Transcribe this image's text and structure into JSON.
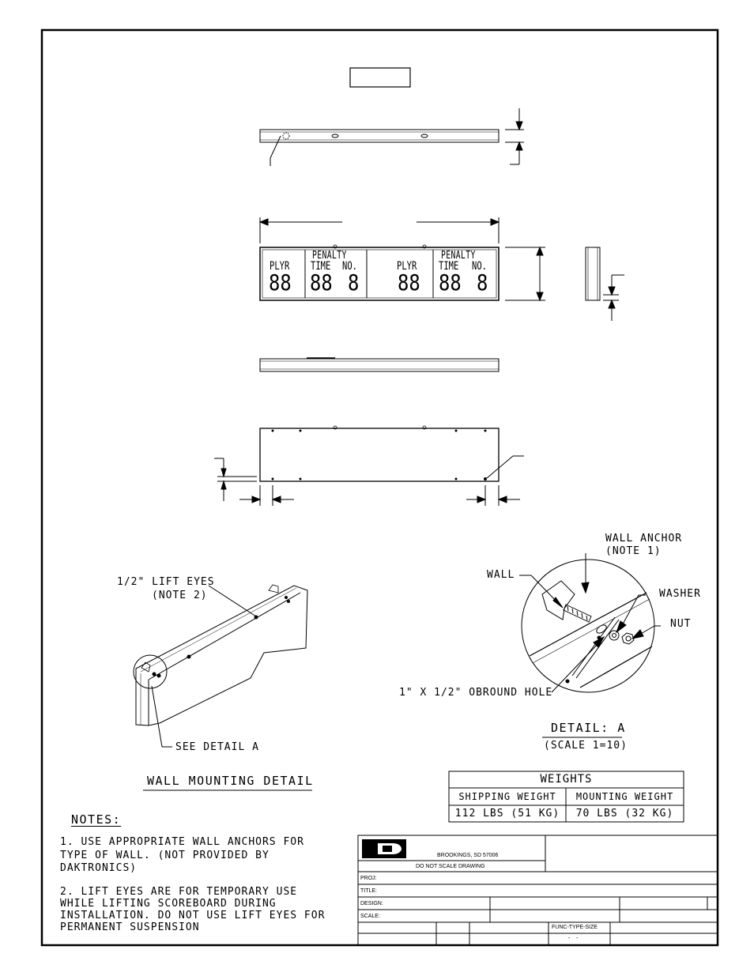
{
  "drawing": {
    "display_labels": {
      "penalty_1": "PENALTY",
      "plyr_1": "PLYR",
      "time_1": "TIME",
      "no_1": "NO.",
      "plyr_2": "PLYR",
      "penalty_2": "PENALTY",
      "time_2": "TIME",
      "no_2": "NO.",
      "digits_plyr_1": "88",
      "digits_time_1": "88",
      "digits_no_1": "8",
      "digits_plyr_2": "88",
      "digits_time_2": "88",
      "digits_no_2": "8"
    },
    "wall_mount": {
      "lift_eyes": "1/2\" LIFT EYES",
      "lift_eyes_note": "(NOTE 2)",
      "see_detail": "SEE DETAIL A",
      "title": "WALL MOUNTING DETAIL"
    },
    "detail_a": {
      "wall_anchor": "WALL ANCHOR",
      "wall_anchor_note": "(NOTE 1)",
      "wall": "WALL",
      "washer": "WASHER",
      "nut": "NUT",
      "hole": "1\" X 1/2\" OBROUND HOLE",
      "title": "DETAIL: A",
      "scale": "(SCALE 1=10)"
    }
  },
  "weights": {
    "title": "WEIGHTS",
    "headers": [
      "SHIPPING WEIGHT",
      "MOUNTING WEIGHT"
    ],
    "values": [
      "112 LBS (51 KG)",
      "70 LBS (32 KG)"
    ]
  },
  "notes": {
    "title": "NOTES:",
    "items": [
      [
        "1.  USE APPROPRIATE WALL ANCHORS FOR",
        "TYPE OF WALL. (NOT PROVIDED BY",
        "DAKTRONICS)"
      ],
      [
        "2.  LIFT EYES ARE FOR TEMPORARY USE",
        "WHILE LIFTING SCOREBOARD DURING",
        "INSTALLATION.  DO NOT USE LIFT EYES FOR",
        "PERMANENT SUSPENSION"
      ]
    ]
  },
  "title_block": {
    "city": "BROOKINGS, SD  57006",
    "no_scale": "DO NOT SCALE DRAWING",
    "proj": "PROJ:",
    "title": "TITLE:",
    "design": "DESIGN:",
    "scale": "SCALE:",
    "func_type_size": "FUNC-TYPE-SIZE",
    "func_value": "-    -"
  }
}
